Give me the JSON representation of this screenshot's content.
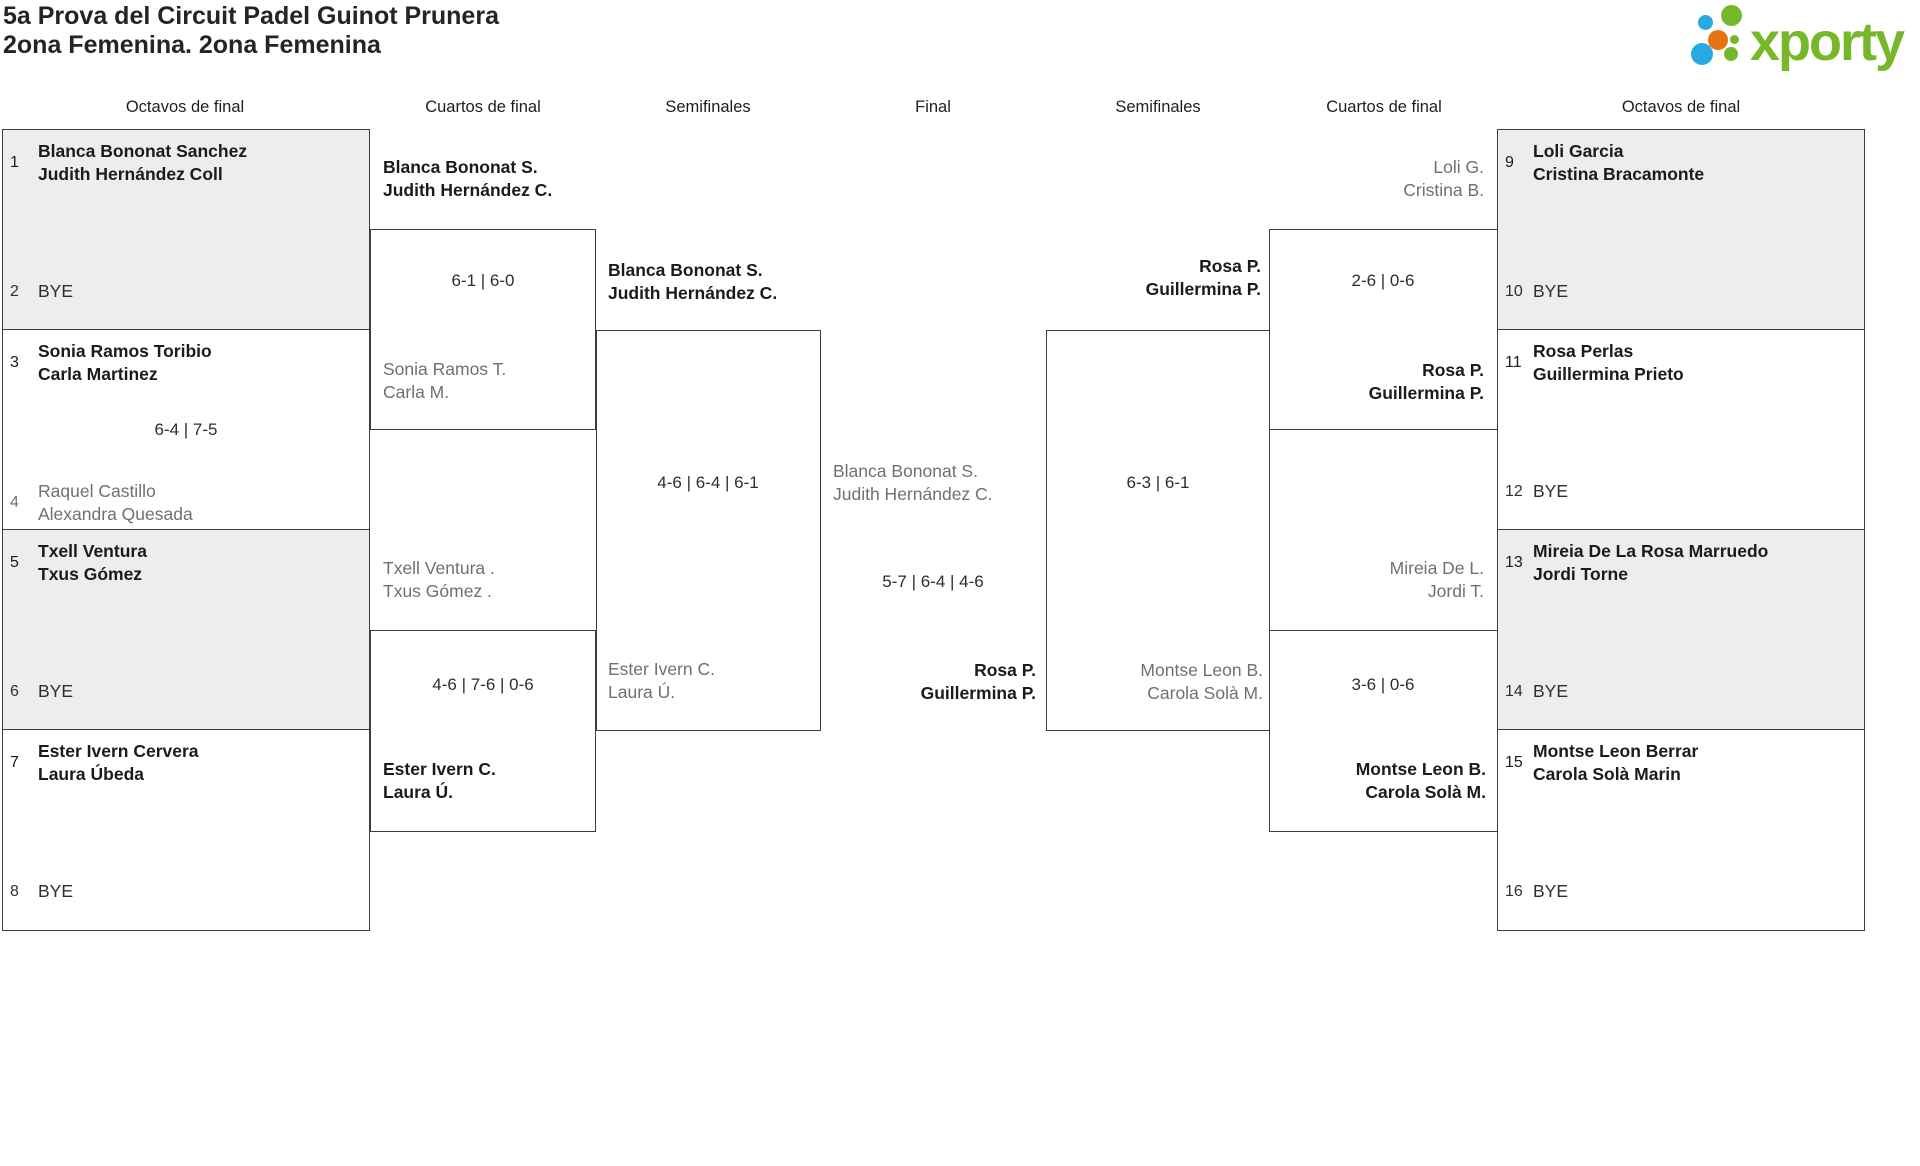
{
  "title": {
    "line1": "5a Prova del Circuit Padel Guinot Prunera",
    "line2": "2ona Femenina. 2ona Femenina"
  },
  "logo": {
    "text": "xporty",
    "brand_green": "#76b82a",
    "brand_blue": "#29a9e1",
    "brand_orange": "#e87411"
  },
  "round_headers": [
    "Octavos de final",
    "Cuartos de final",
    "Semifinales",
    "Final",
    "Semifinales",
    "Cuartos de final",
    "Octavos de final"
  ],
  "octavos_left": [
    {
      "seed1": "1",
      "team1a": "Blanca Bononat Sanchez",
      "team1b": "Judith Hernández Coll",
      "seed2": "2",
      "team2a": "BYE",
      "team2b": "",
      "score": ""
    },
    {
      "seed1": "3",
      "team1a": "Sonia Ramos Toribio",
      "team1b": "Carla Martinez",
      "seed2": "4",
      "team2a": "Raquel Castillo",
      "team2b": "Alexandra Quesada",
      "score": "6-4 | 7-5"
    },
    {
      "seed1": "5",
      "team1a": "Txell Ventura",
      "team1b": "Txus Gómez",
      "seed2": "6",
      "team2a": "BYE",
      "team2b": "",
      "score": ""
    },
    {
      "seed1": "7",
      "team1a": "Ester Ivern Cervera",
      "team1b": "Laura Úbeda",
      "seed2": "8",
      "team2a": "BYE",
      "team2b": "",
      "score": ""
    }
  ],
  "octavos_right": [
    {
      "seed1": "9",
      "team1a": "Loli Garcia",
      "team1b": "Cristina Bracamonte",
      "seed2": "10",
      "team2a": "BYE",
      "team2b": "",
      "score": ""
    },
    {
      "seed1": "11",
      "team1a": "Rosa Perlas",
      "team1b": "Guillermina Prieto",
      "seed2": "12",
      "team2a": "BYE",
      "team2b": "",
      "score": ""
    },
    {
      "seed1": "13",
      "team1a": "Mireia De La Rosa Marruedo",
      "team1b": "Jordi Torne",
      "seed2": "14",
      "team2a": "BYE",
      "team2b": "",
      "score": ""
    },
    {
      "seed1": "15",
      "team1a": "Montse Leon Berrar",
      "team1b": "Carola Solà Marin",
      "seed2": "16",
      "team2a": "BYE",
      "team2b": "",
      "score": ""
    }
  ],
  "cuartos_left": [
    {
      "top_a": "Blanca Bononat S.",
      "top_b": "Judith Hernández C.",
      "score": "6-1 | 6-0",
      "bottom_a": "Sonia Ramos T.",
      "bottom_b": "Carla M."
    },
    {
      "top_a": "Txell Ventura .",
      "top_b": "Txus Gómez .",
      "score": "4-6 | 7-6 | 0-6",
      "bottom_a": "Ester Ivern C.",
      "bottom_b": "Laura Ú."
    }
  ],
  "cuartos_right": [
    {
      "top_a": "Loli G.",
      "top_b": "Cristina B.",
      "score": "2-6 | 0-6",
      "bottom_a": "Rosa P.",
      "bottom_b": "Guillermina P."
    },
    {
      "top_a": "Mireia De L.",
      "top_b": "Jordi T.",
      "score": "3-6 | 0-6",
      "bottom_a": "Montse Leon B.",
      "bottom_b": "Carola Solà M."
    }
  ],
  "semis_left": {
    "top_a": "Blanca Bononat S.",
    "top_b": "Judith Hernández C.",
    "score": "4-6 | 6-4 | 6-1",
    "bottom_a": "Ester Ivern C.",
    "bottom_b": "Laura Ú."
  },
  "semis_right": {
    "top_a": "Rosa P.",
    "top_b": "Guillermina P.",
    "score": "6-3 | 6-1",
    "bottom_a": "Montse Leon B.",
    "bottom_b": "Carola Solà M."
  },
  "final": {
    "left_a": "Blanca Bononat S.",
    "left_b": "Judith Hernández C.",
    "score": "5-7 | 6-4 | 4-6",
    "right_a": "Rosa P.",
    "right_b": "Guillermina P."
  }
}
